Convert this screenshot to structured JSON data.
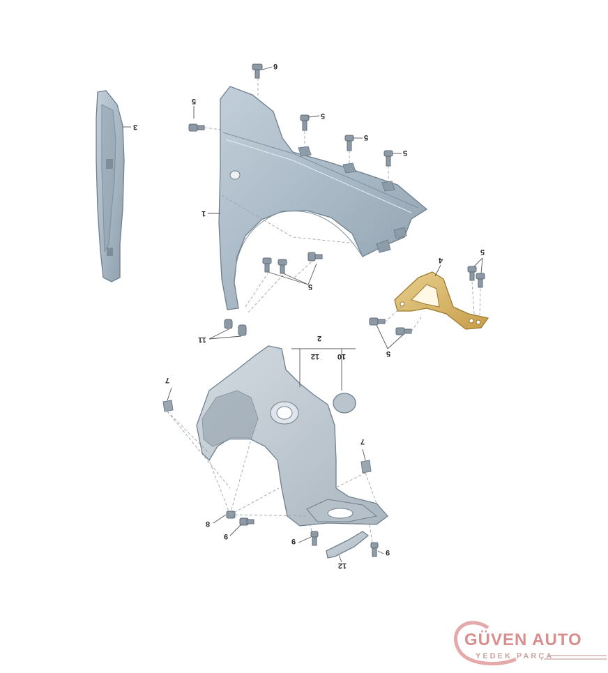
{
  "callouts": {
    "c1": "1",
    "c2": "2",
    "c3": "3",
    "c4": "4",
    "c5a": "5",
    "c5b": "5",
    "c5c": "5",
    "c5d": "5",
    "c5e": "5",
    "c5f": "5",
    "c5g": "5",
    "c6": "6",
    "c7a": "7",
    "c7b": "7",
    "c8": "8",
    "c9a": "9",
    "c9b": "9",
    "c9c": "9",
    "c10": "10",
    "c11": "11",
    "c12a": "12",
    "c12b": "12"
  },
  "watermark": {
    "brand": "GÜVEN AUTO",
    "subtitle": "YEDEK PARÇA"
  },
  "colors": {
    "fender": "#a9b8c5",
    "liner": "#c3ccd4",
    "bracket": "#d9b76a",
    "bolt": "#8d99a4",
    "brand": "#d98e8e"
  }
}
